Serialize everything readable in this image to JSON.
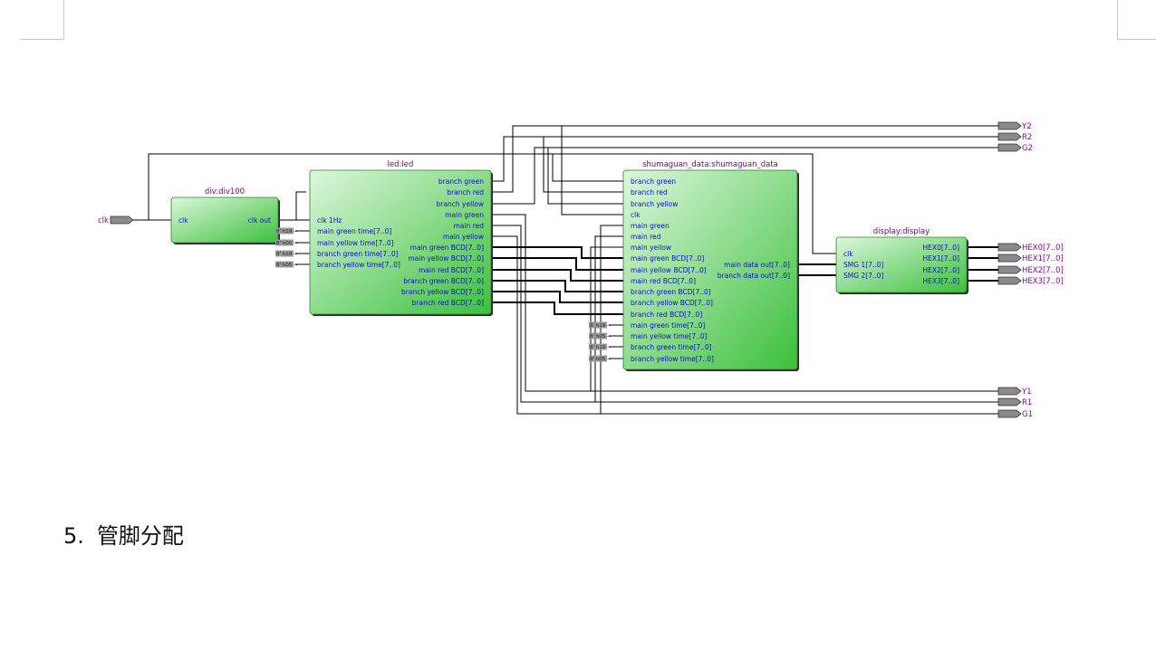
{
  "page": {
    "section_number": "5.",
    "section_title": "管脚分配"
  },
  "diagram": {
    "inputs": [
      "clk"
    ],
    "outputs_top": [
      "Y2",
      "R2",
      "G2"
    ],
    "outputs_bottom": [
      "Y1",
      "R1",
      "G1"
    ],
    "outputs_display": [
      "HEX0[7..0]",
      "HEX1[7..0]",
      "HEX2[7..0]",
      "HEX3[7..0]"
    ],
    "modules": {
      "div": {
        "title": "div:div100",
        "in_ports": [
          "clk"
        ],
        "out_ports": [
          "clk_out"
        ]
      },
      "led": {
        "title": "led:led",
        "in_ports": [
          "clk_1Hz",
          "main_green_time[7..0]",
          "main_yellow_time[7..0]",
          "branch_green_time[7..0]",
          "branch_yellow_time[7..0]"
        ],
        "out_ports": [
          "branch_green",
          "branch_red",
          "branch_yellow",
          "main_green",
          "main_red",
          "main_yellow",
          "main_green_BCD[7..0]",
          "main_yellow_BCD[7..0]",
          "main_red_BCD[7..0]",
          "branch_green_BCD[7..0]",
          "branch_yellow_BCD[7..0]",
          "branch_red_BCD[7..0]"
        ]
      },
      "shumaguan": {
        "title": "shumaguan_data:shumaguan_data",
        "in_ports": [
          "branch_green",
          "branch_red",
          "branch_yellow",
          "clk",
          "main_green",
          "main_red",
          "main_yellow",
          "main_green_BCD[7..0]",
          "main_yellow_BCD[7..0]",
          "main_red_BCD[7..0]",
          "branch_green_BCD[7..0]",
          "branch_yellow_BCD[7..0]",
          "branch_red_BCD[7..0]",
          "main_green_time[7..0]",
          "main_yellow_time[7..0]",
          "branch_green_time[7..0]",
          "branch_yellow_time[7..0]"
        ],
        "out_ports": [
          "main_data_out[7..0]",
          "branch_data_out[7..0]"
        ]
      },
      "display": {
        "title": "display:display",
        "in_ports": [
          "clk",
          "SMG_1[7..0]",
          "SMG_2[7..0]"
        ],
        "out_ports": [
          "HEX0[7..0]",
          "HEX1[7..0]",
          "HEX2[7..0]",
          "HEX3[7..0]"
        ]
      }
    },
    "constants": [
      "8' h19 --",
      "8' h05 --",
      "8' h19 --",
      "8' h05 --"
    ],
    "colors": {
      "block_light": "#dcf7dc",
      "block_dark": "#3cc03c",
      "port_text": "#1010cc",
      "title_text": "#800080",
      "wire": "#000000",
      "pin": "#8a8a8a"
    }
  }
}
